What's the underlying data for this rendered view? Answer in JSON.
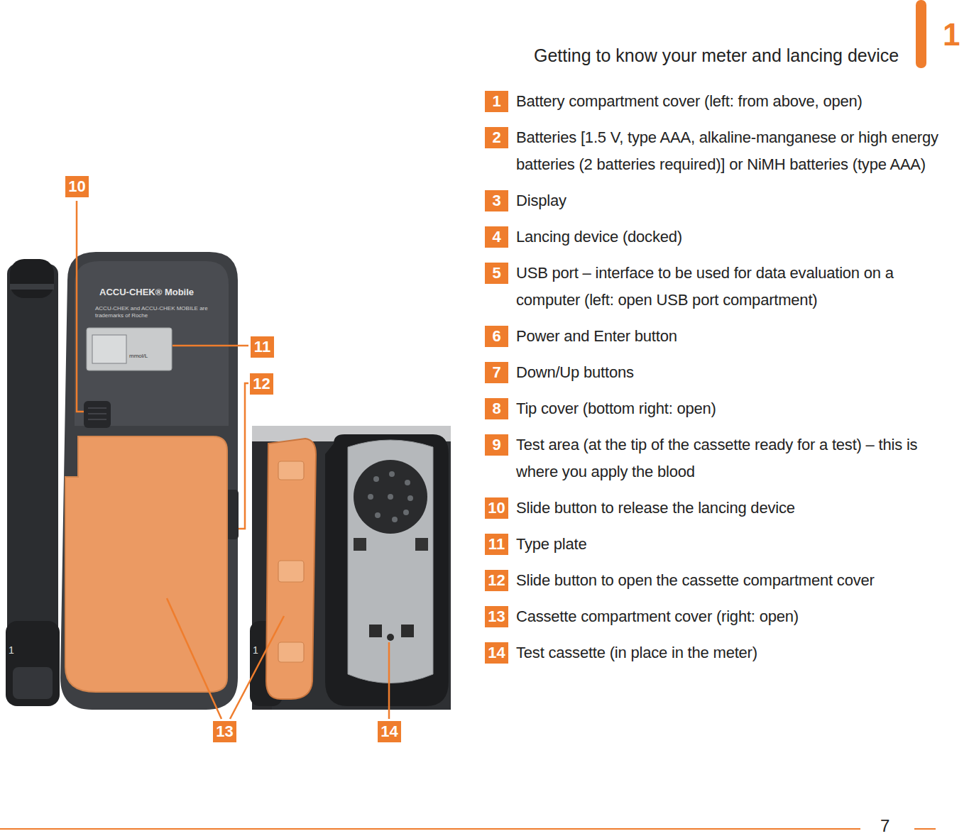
{
  "diagram": {
    "labels": [
      "Getting to know your meter and lancing device",
      "1",
      "1",
      "Battery compartment cover (left: from above, open)",
      "2",
      "Batteries [1.5 V, type AAA, alkaline-manganese or high energy batteries (2 batteries required)] or NiMH batteries (type AAA)",
      "3",
      "Display",
      "4",
      "Lancing device (docked)",
      "5",
      "USB port – interface to be used for data evaluation on a computer (left: open USB port compartment)",
      "6",
      "Power and Enter button",
      "7",
      "Down/Up buttons",
      "8",
      "Tip cover (bottom right: open)",
      "9",
      "Test area (at the tip of the cassette ready for a test) – this is where you apply the blood",
      "10",
      "Slide button to release the lancing device",
      "11",
      "Type plate",
      "12",
      "Slide button to open the cassette compartment cover",
      "13",
      "Cassette compartment cover (right: open)",
      "14",
      "Test cassette (in place in the meter)",
      "10",
      "11",
      "12",
      "13",
      "14",
      "ACCU-CHEK® Mobile",
      "ACCU-CHEK and ACCU-CHEK MOBILE are trademarks of Roche",
      "mmol/L",
      "1",
      "1",
      "7"
    ]
  }
}
